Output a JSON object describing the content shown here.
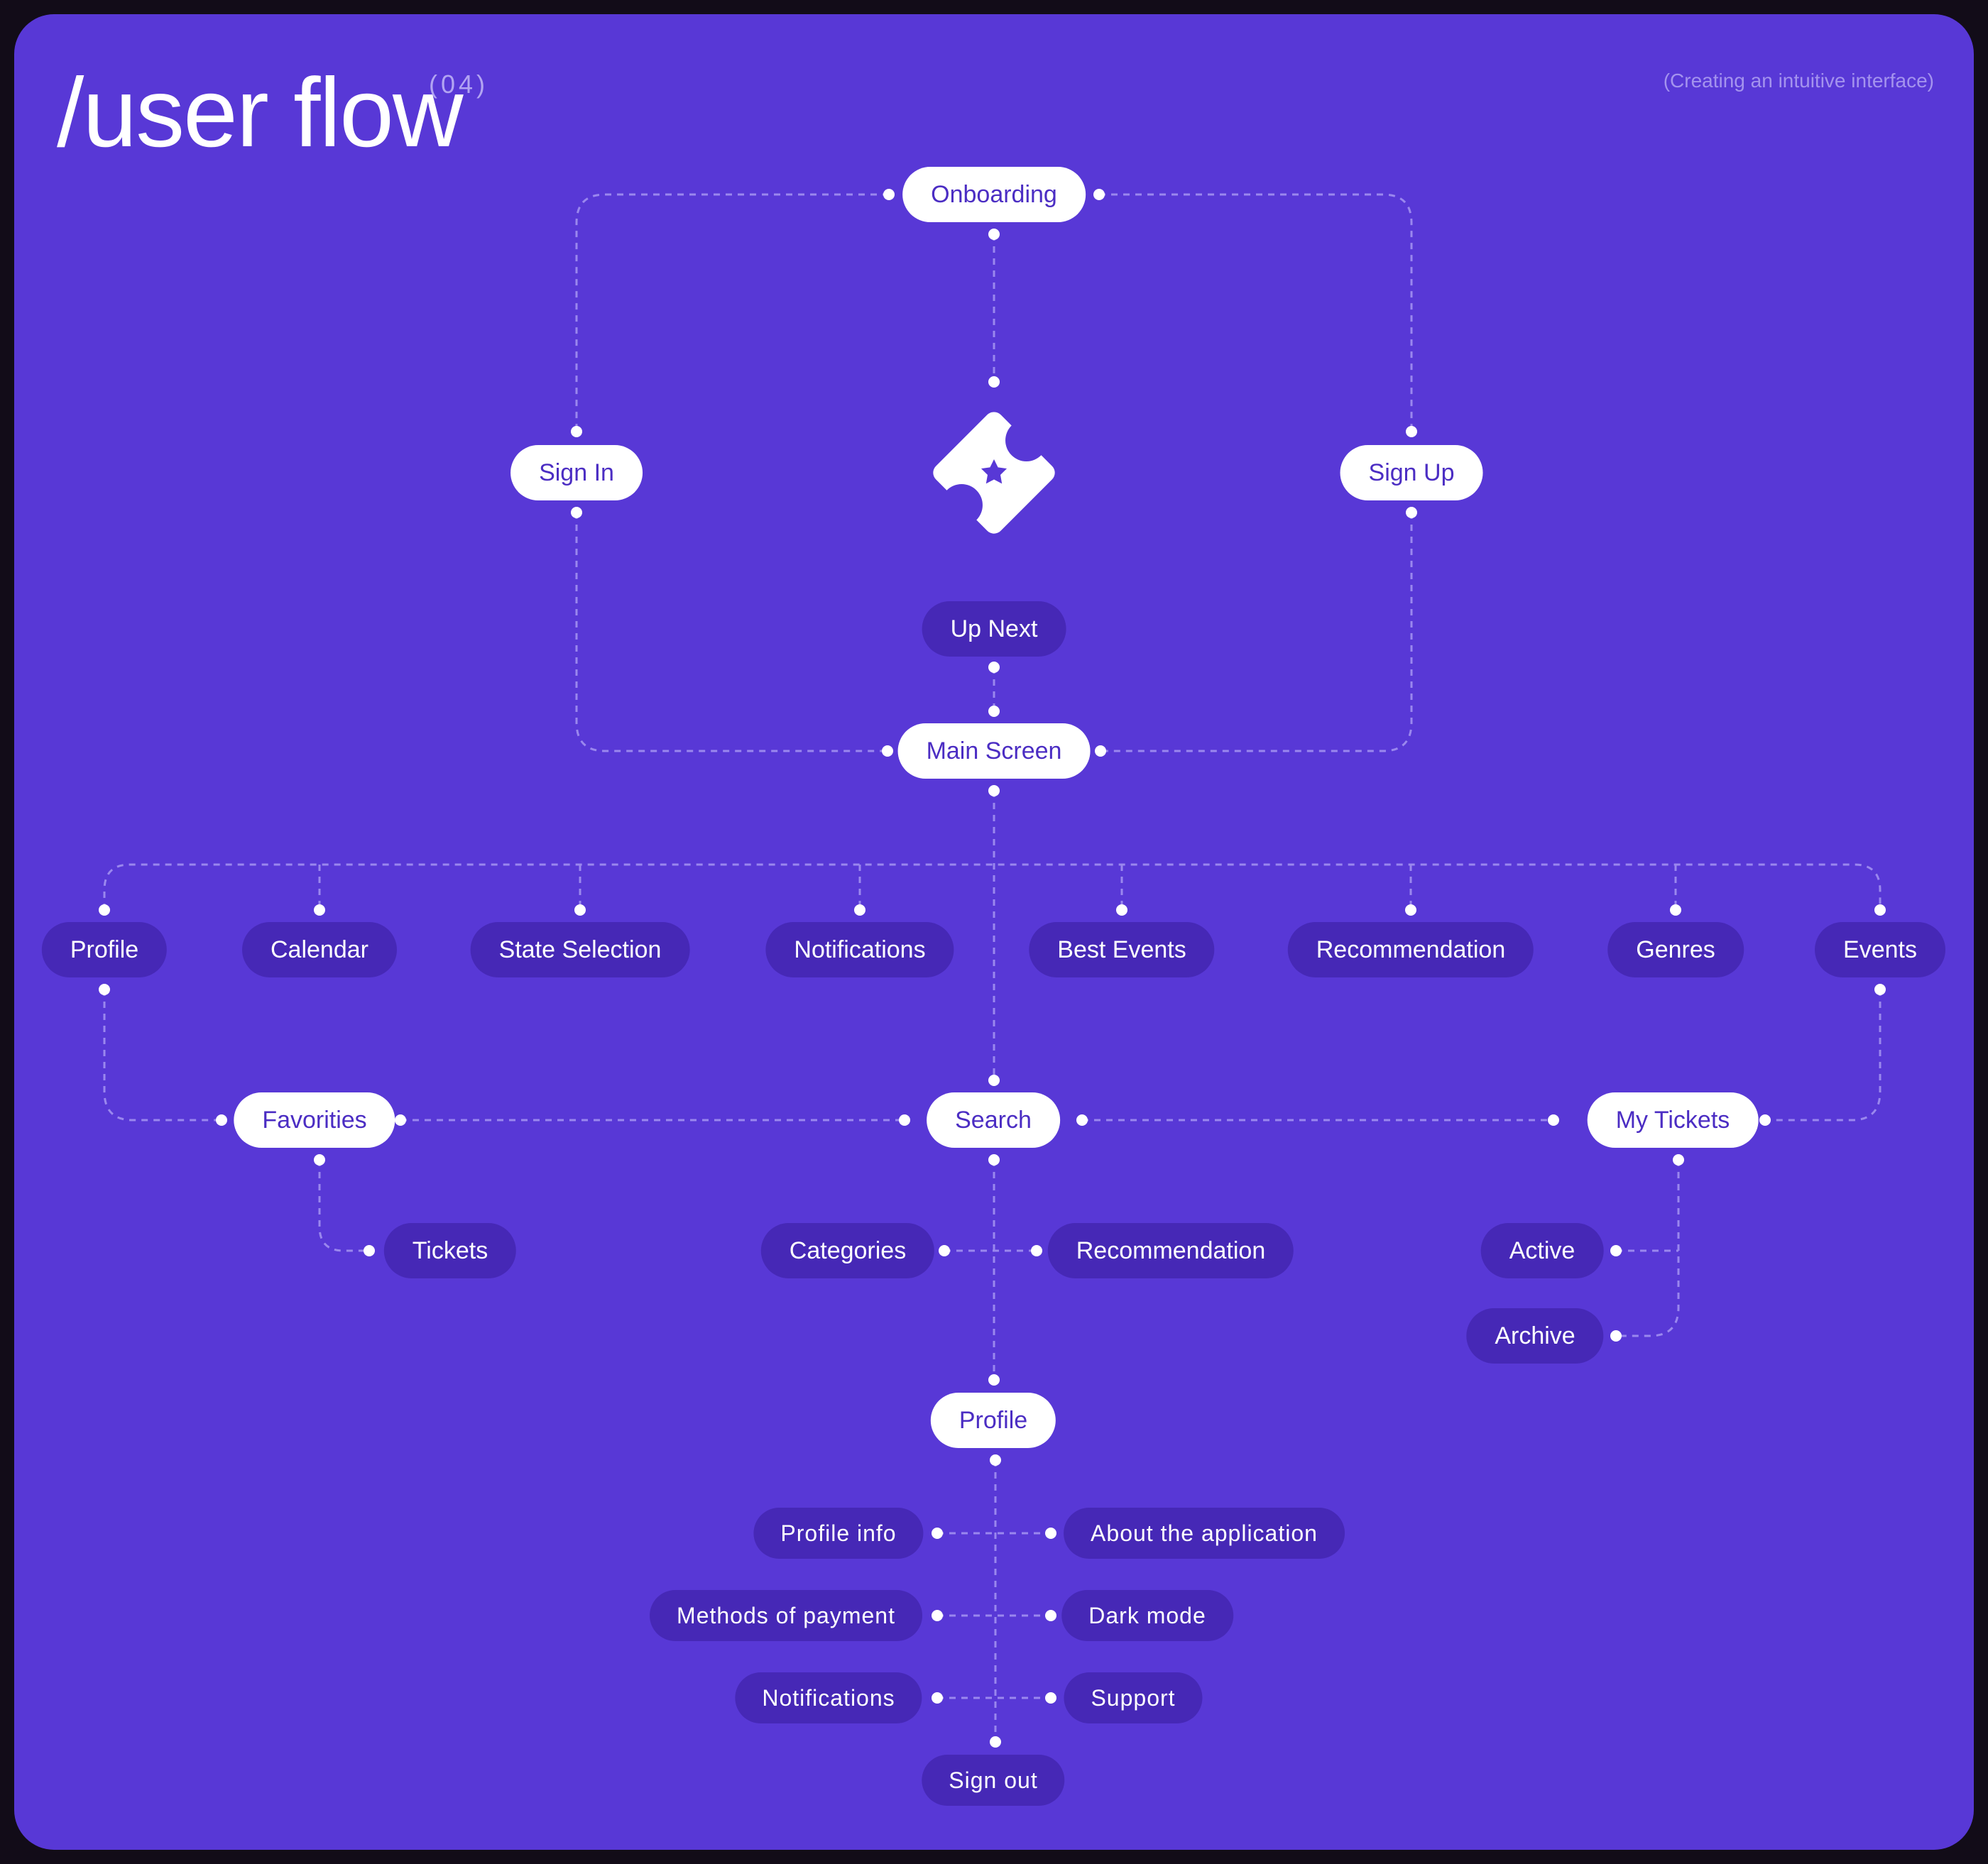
{
  "header": {
    "title": "/user flow",
    "badge": "(04)",
    "tagline": "(Creating an intuitive interface)"
  },
  "colors": {
    "background": "#5838d6",
    "node_light": "#ffffff",
    "node_dark": "#4628b6",
    "connector": "#9a87ee",
    "text_accent": "#4b2dc3"
  },
  "flow": {
    "onboarding": "Onboarding",
    "sign_in": "Sign In",
    "sign_up": "Sign Up",
    "logo_icon": "ticket-star-icon",
    "up_next": "Up Next",
    "main_screen": "Main Screen",
    "main_branches": [
      "Profile",
      "Calendar",
      "State Selection",
      "Notifications",
      "Best Events",
      "Recommendation",
      "Genres",
      "Events"
    ],
    "favorites": "Favorities",
    "search": "Search",
    "my_tickets": "My Tickets",
    "tickets": "Tickets",
    "categories": "Categories",
    "recommendation": "Recommendation",
    "active": "Active",
    "archive": "Archive",
    "profile": "Profile",
    "profile_left": [
      "Profile info",
      "Methods of payment",
      "Notifications"
    ],
    "profile_right": [
      "About the application",
      "Dark mode",
      "Support"
    ],
    "sign_out": "Sign out"
  }
}
